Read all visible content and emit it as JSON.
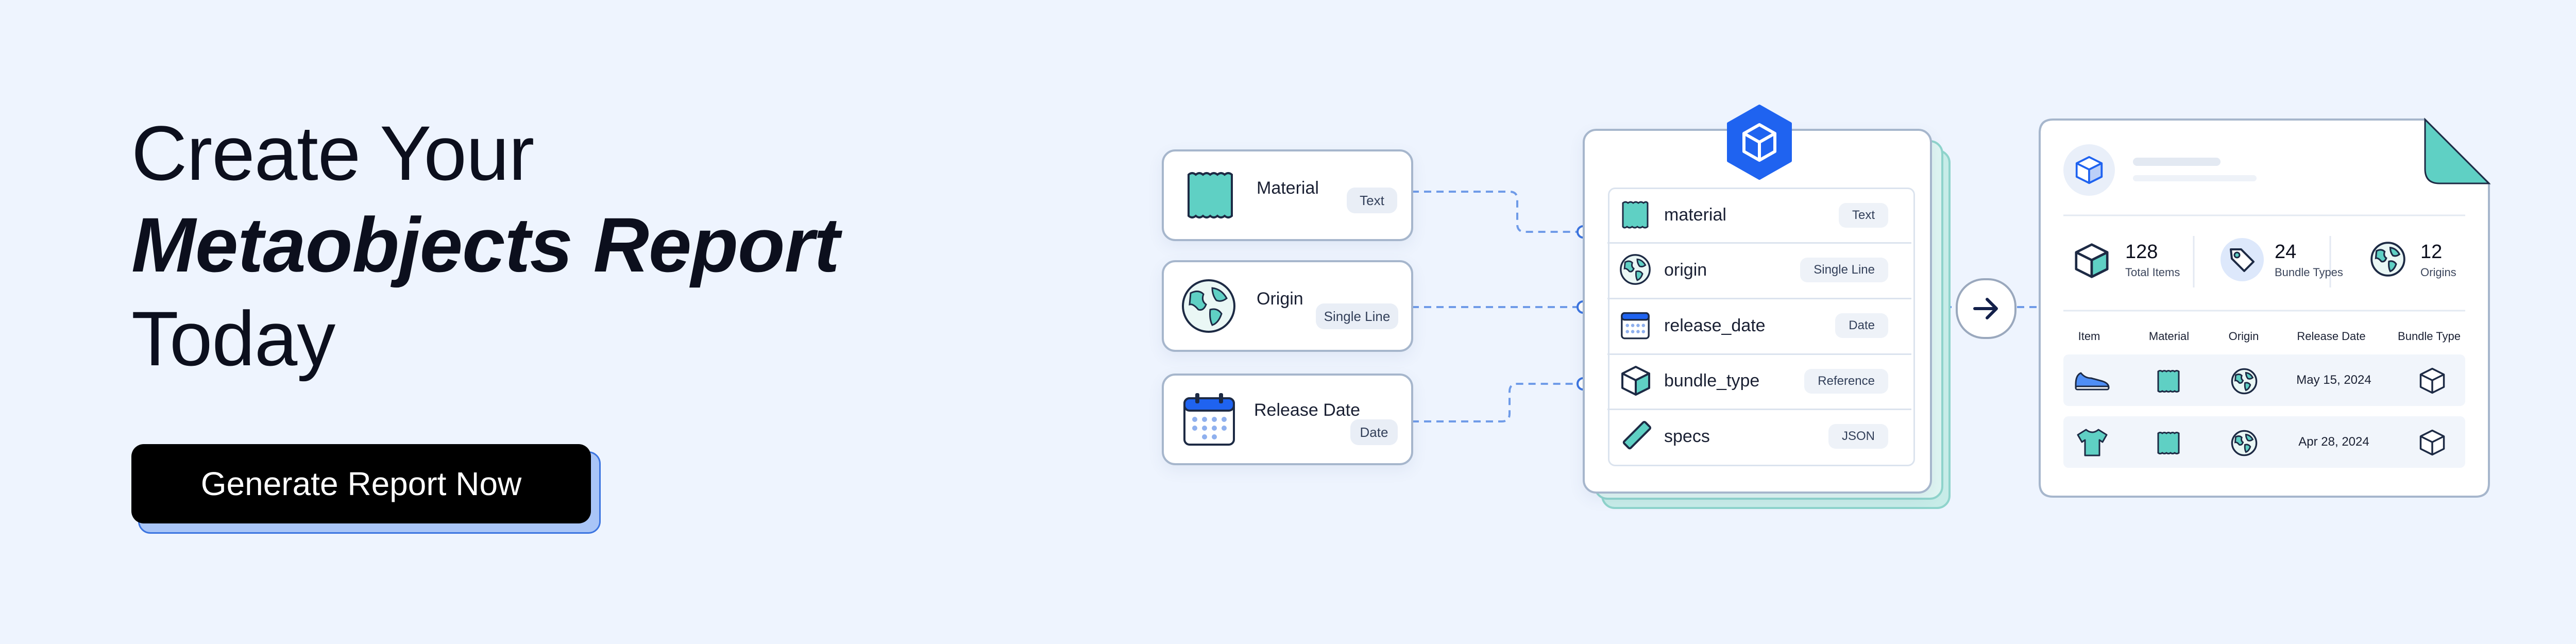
{
  "hero": {
    "line1": "Create Your",
    "line2": "Metaobjects Report",
    "line3": "Today",
    "cta_label": "Generate Report Now"
  },
  "fields": [
    {
      "title": "Material",
      "type": "Text",
      "icon": "fabric-swatch-icon"
    },
    {
      "title": "Origin",
      "type": "Single Line",
      "icon": "globe-icon"
    },
    {
      "title": "Release Date",
      "type": "Date",
      "icon": "calendar-icon"
    }
  ],
  "schema": {
    "icon": "cube-icon",
    "rows": [
      {
        "name": "material",
        "type": "Text",
        "icon": "fabric-swatch-icon"
      },
      {
        "name": "origin",
        "type": "Single Line",
        "icon": "globe-icon"
      },
      {
        "name": "release_date",
        "type": "Date",
        "icon": "calendar-icon"
      },
      {
        "name": "bundle_type",
        "type": "Reference",
        "icon": "box-icon"
      },
      {
        "name": "specs",
        "type": "JSON",
        "icon": "ruler-icon"
      }
    ]
  },
  "report": {
    "stats": [
      {
        "value": "128",
        "label": "Total Items",
        "icon": "box-icon"
      },
      {
        "value": "24",
        "label": "Bundle Types",
        "icon": "tag-icon"
      },
      {
        "value": "12",
        "label": "Origins",
        "icon": "globe-icon"
      }
    ],
    "columns": [
      "Item",
      "Material",
      "Origin",
      "Release Date",
      "Bundle Type"
    ],
    "rows": [
      {
        "item_icon": "sneaker-icon",
        "release_date": "May 15, 2024"
      },
      {
        "item_icon": "tshirt-icon",
        "release_date": "Apr 28, 2024"
      }
    ]
  },
  "colors": {
    "background": "#eef4fe",
    "accent_blue": "#1f63f0",
    "teal": "#5fd0c4",
    "card_border": "#a6b6cc"
  }
}
